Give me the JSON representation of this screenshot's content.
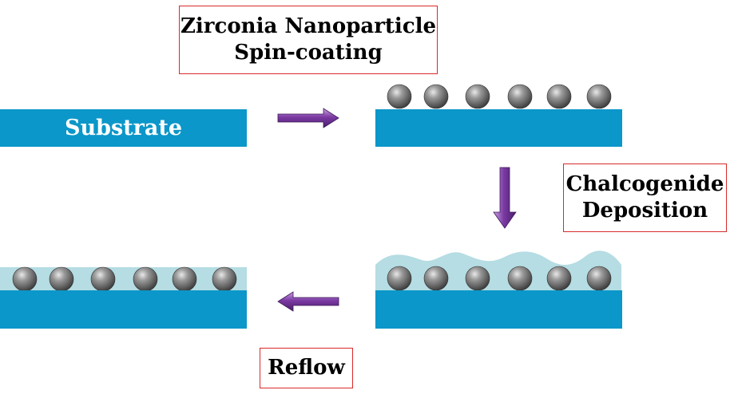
{
  "steps": {
    "spin_coating": {
      "line1": "Zirconia Nanoparticle",
      "line2": "Spin-coating"
    },
    "deposition": {
      "line1": "Chalcogenide",
      "line2": "Deposition"
    },
    "reflow": {
      "label": "Reflow"
    }
  },
  "substrate_label": "Substrate",
  "colors": {
    "substrate": "#0b97c9",
    "chalcogenide_film": "#b5dde3",
    "arrow": "#7a3a9e",
    "box_border": "#d82a2a",
    "particle": "#8a8a8a"
  },
  "particles_per_row": 6
}
